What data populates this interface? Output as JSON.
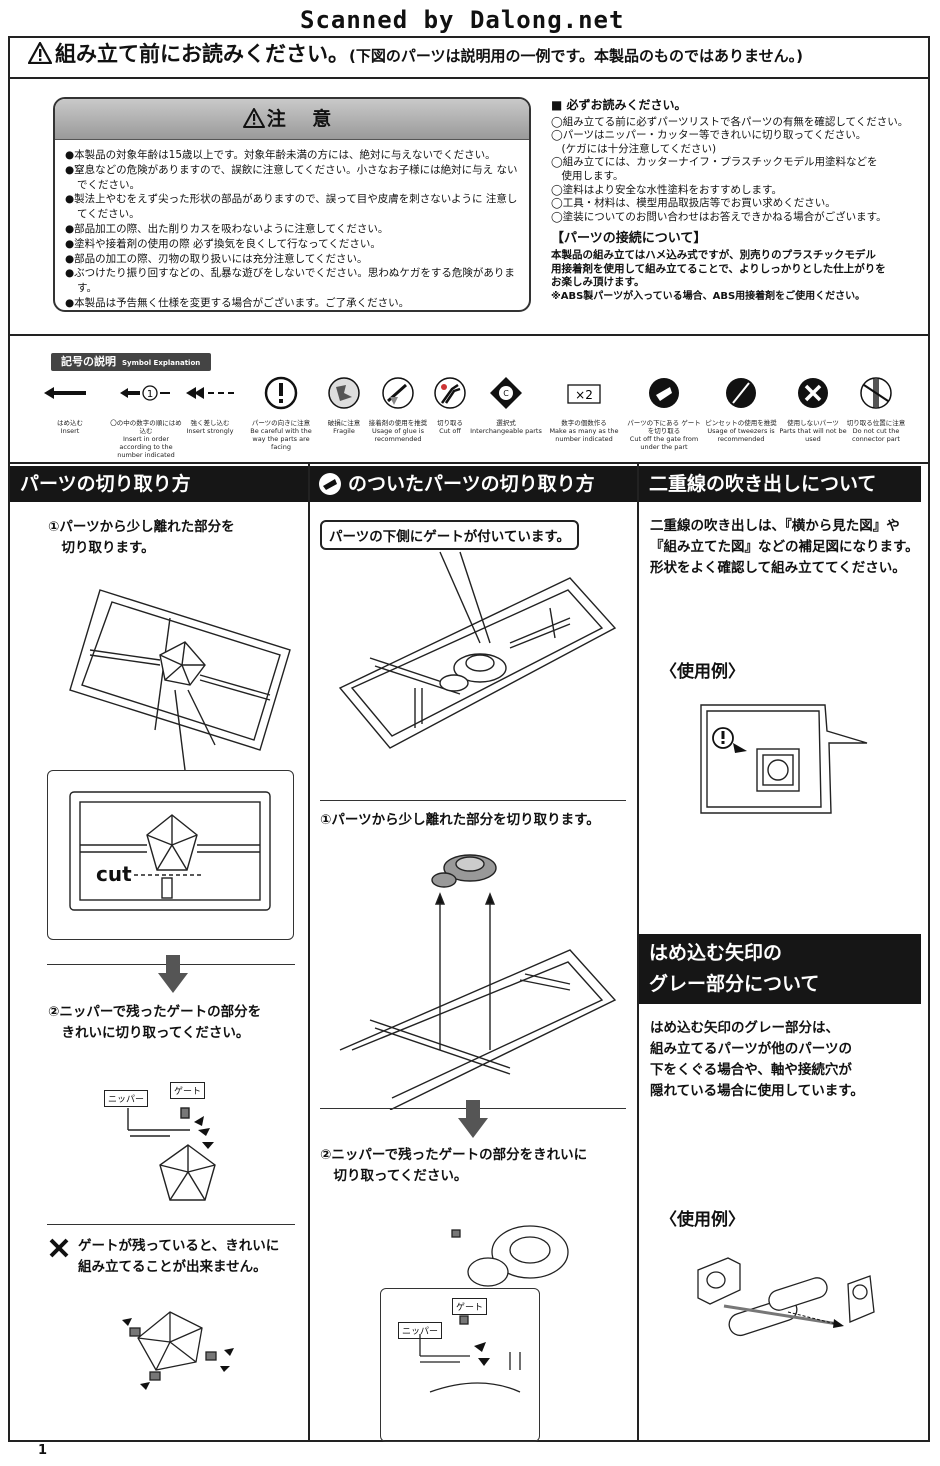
{
  "watermark": "Scanned by Dalong.net",
  "header": {
    "title": "組み立て前にお読みください。",
    "note": "(下図のパーツは説明用の一例です。本製品のものではありません。)"
  },
  "caution": {
    "title": "注 意",
    "items": [
      "●本製品の対象年齢は15歳以上です。対象年齢未満の方には、絶対に与えないでください。",
      "●窒息などの危険がありますので、誤飲に注意してください。小さなお子様には絶対に与え ないでください。",
      "●製法上やむをえず尖った形状の部品がありますので、誤って目や皮膚を刺さないように 注意してください。",
      "●部品加工の際、出た削りカスを吸わないように注意してください。",
      "●塗料や接着剤の使用の際 必ず換気を良くして行なってください。",
      "●部品の加工の際、刃物の取り扱いには充分注意してください。",
      "●ぶつけたり振り回すなどの、乱暴な遊びをしないでください。思わぬケガをする危険があります。",
      "●本製品は予告無く仕様を変更する場合がございます。ご了承ください。"
    ]
  },
  "notes": {
    "heading": "■ 必ずお読みください。",
    "items": [
      "◯組み立てる前に必ずパーツリストで各パーツの有無を確認してください。",
      "◯パーツはニッパー・カッター等できれいに切り取ってください。",
      "　(ケガには十分注意してください)",
      "◯組み立てには、カッターナイフ・プラスチックモデル用塗料などを",
      "　使用します。",
      "◯塗料はより安全な水性塗料をおすすめします。",
      "◯工具・材料は、模型用品取扱店等でお買い求めください。",
      "◯塗装についてのお問い合わせはお答えできかねる場合がございます。"
    ],
    "connect_title": "【パーツの接続について】",
    "connect_body": [
      "本製品の組み立てはハメ込み式ですが、別売りのプラスチックモデル",
      "用接着剤を使用して組み立てることで、よりしっかりとした仕上がりを",
      "お楽しみ頂けます。",
      "※ABS製パーツが入っている場合、ABS用接着剤をご使用ください。"
    ]
  },
  "symbols": {
    "heading": "記号の説明",
    "heading_en": "Symbol Explanation",
    "items": [
      {
        "jp": "はめ込む",
        "en": "Insert"
      },
      {
        "jp": "〇の中の数字の順にはめ込む",
        "en": "Insert in order according to the number indicated"
      },
      {
        "jp": "強く差し込む",
        "en": "Insert strongly"
      },
      {
        "jp": "パーツの向きに注意",
        "en": "Be careful with the way the parts are facing"
      },
      {
        "jp": "破損に注意",
        "en": "Fragile"
      },
      {
        "jp": "接着剤の使用を推奨",
        "en": "Usage of glue is recommended"
      },
      {
        "jp": "切り取る",
        "en": "Cut off"
      },
      {
        "jp": "選択式",
        "en": "Interchangeable parts"
      },
      {
        "jp": "数字の個数作る",
        "en": "Make as many as the number indicated"
      },
      {
        "jp": "パーツの下にある ゲートを切り取る",
        "en": "Cut off the gate from under the part"
      },
      {
        "jp": "ピンセットの使用を推奨",
        "en": "Usage of tweezers is recommended"
      },
      {
        "jp": "使用しないパーツ",
        "en": "Parts that will not be used"
      },
      {
        "jp": "切り取る位置に注意",
        "en": "Do not cut the connector part"
      }
    ],
    "x2": "×2",
    "step1": "1"
  },
  "col1": {
    "title": "パーツの切り取り方",
    "step1": [
      "①パーツから少し離れた部分を",
      "　切り取ります。"
    ],
    "cut": "cut",
    "step2": [
      "②ニッパーで残ったゲートの部分を",
      "　きれいに切り取ってください。"
    ],
    "nipper": "ニッパー",
    "gate": "ゲート",
    "warn": [
      "ゲートが残っていると、きれいに",
      "組み立てることが出来ません。"
    ]
  },
  "col2": {
    "title": "のついたパーツの切り取り方",
    "bubble": "パーツの下側にゲートが付いています。",
    "step1": "①パーツから少し離れた部分を切り取ります。",
    "step2": [
      "②ニッパーで残ったゲートの部分をきれいに",
      "　切り取ってください。"
    ],
    "nipper": "ニッパー",
    "gate": "ゲート"
  },
  "col3": {
    "title1": "二重線の吹き出しについて",
    "body1": [
      "二重線の吹き出しは、『横から見た図』や",
      "『組み立てた図』などの補足図になります。",
      "形状をよく確認して組み立ててください。"
    ],
    "example": "〈使用例〉",
    "title2": [
      "はめ込む矢印の",
      "グレー部分について"
    ],
    "body2": [
      "はめ込む矢印のグレー部分は、",
      "組み立てるパーツが他のパーツの",
      "下をくぐる場合や、軸や接続穴が",
      "隠れている場合に使用しています。"
    ],
    "example2": "〈使用例〉"
  },
  "page_number": "1"
}
